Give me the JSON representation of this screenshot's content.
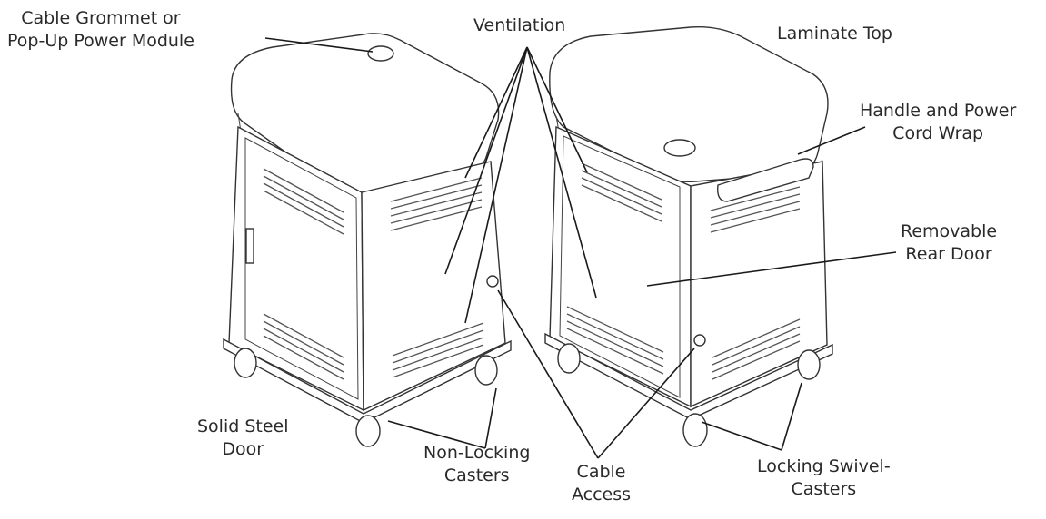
{
  "labels": {
    "grommet": [
      "Cable Grommet or",
      "Pop-Up Power Module"
    ],
    "ventilation": [
      "Ventilation"
    ],
    "laminate_top": [
      "Laminate Top"
    ],
    "handle": [
      "Handle and Power",
      "Cord Wrap"
    ],
    "rear_door": [
      "Removable",
      "Rear Door"
    ],
    "steel_door": [
      "Solid Steel",
      "Door"
    ],
    "non_locking": [
      "Non-Locking",
      "Casters"
    ],
    "cable_access": [
      "Cable",
      "Access"
    ],
    "locking": [
      "Locking Swivel-",
      "Casters"
    ]
  }
}
